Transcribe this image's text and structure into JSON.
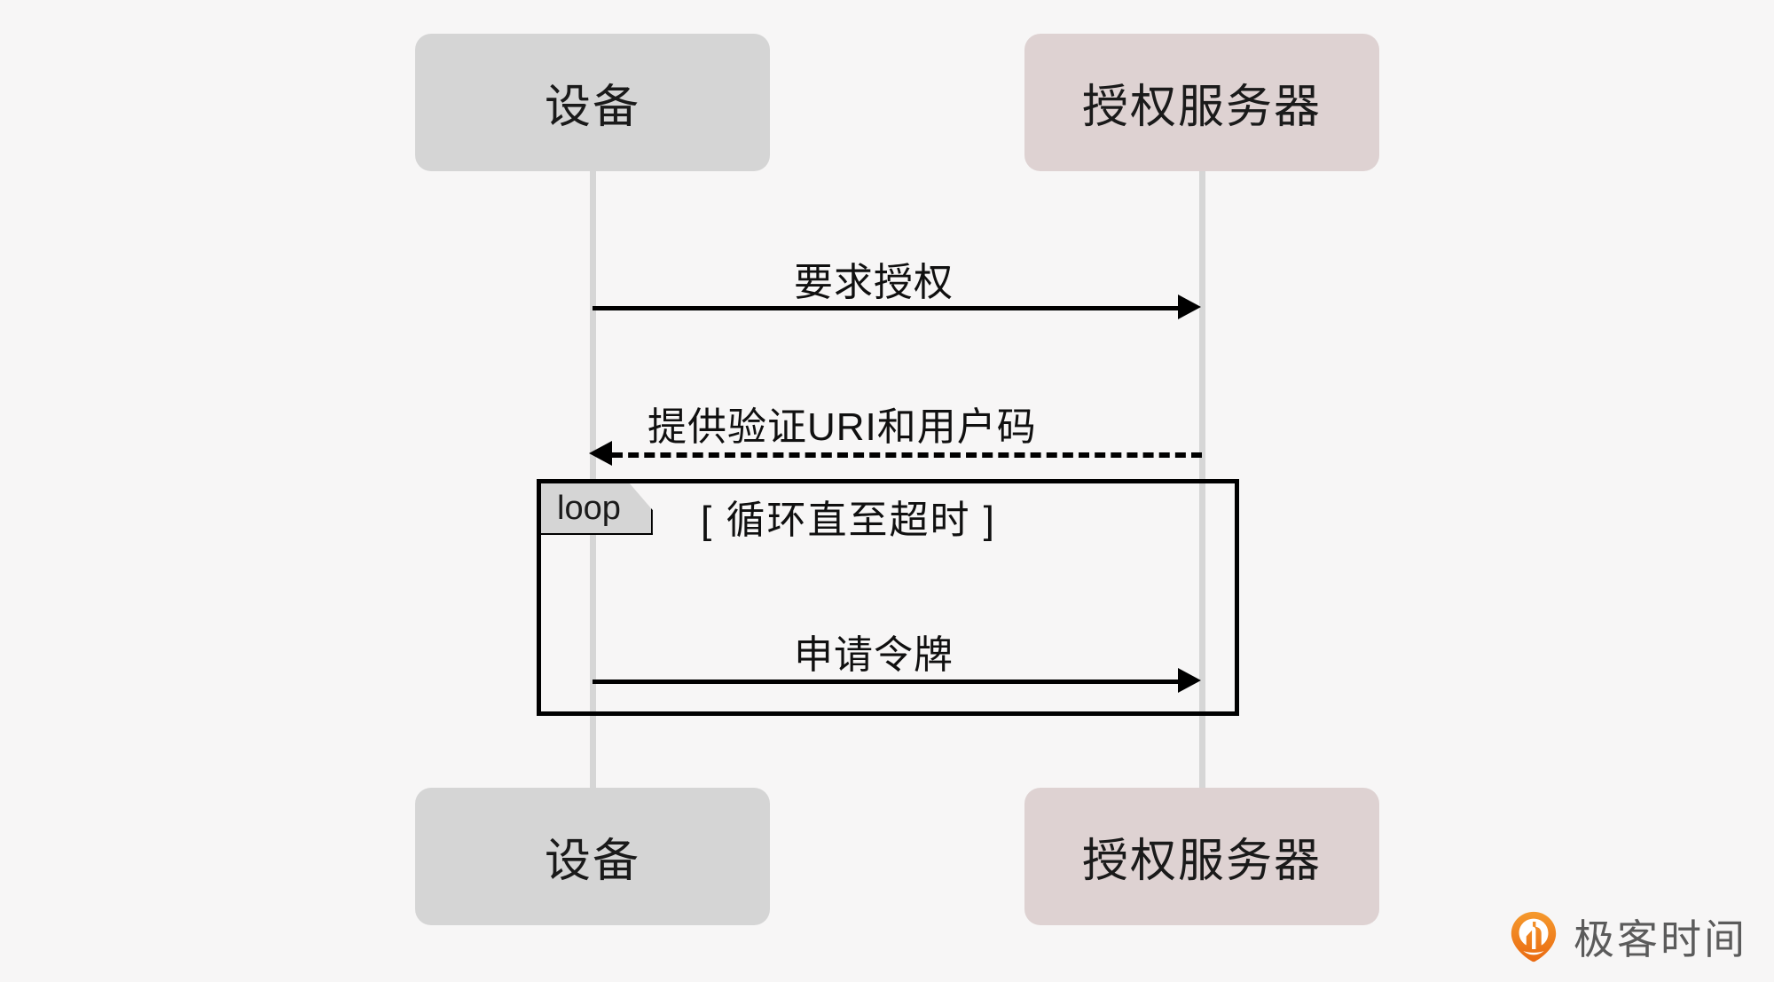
{
  "diagram": {
    "type": "sequence",
    "background_color": "#f7f6f6",
    "participants": [
      {
        "id": "device",
        "label": "设备",
        "color": "#d5d5d5"
      },
      {
        "id": "server",
        "label": "授权服务器",
        "color": "#ded2d2"
      }
    ],
    "messages": [
      {
        "id": "m1",
        "label": "要求授权",
        "from": "device",
        "to": "server",
        "style": "solid",
        "direction": "right"
      },
      {
        "id": "m2",
        "label": "提供验证URI和用户码",
        "from": "server",
        "to": "device",
        "style": "dashed",
        "direction": "left"
      },
      {
        "id": "m3",
        "label": "申请令牌",
        "from": "device",
        "to": "server",
        "style": "solid",
        "direction": "right"
      }
    ],
    "fragments": [
      {
        "id": "loop1",
        "operator": "loop",
        "condition": "[ 循环直至超时 ]"
      }
    ]
  },
  "watermark": {
    "text": "极客时间",
    "logo_color": "#ef7518",
    "icon": "geektime-pin-icon"
  }
}
